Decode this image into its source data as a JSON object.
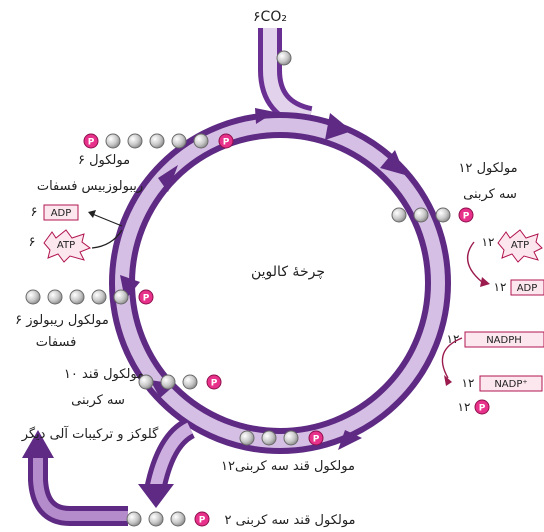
{
  "title": "چرخهٔ کالوین",
  "co2": "۶CO₂",
  "phosphate": "P",
  "rubp": {
    "line1": "۶ مولکول",
    "line2": "ریبولوزبیس فسفات"
  },
  "adp_left": {
    "count": "۶",
    "label": "ADP"
  },
  "atp_left": {
    "count": "۶",
    "label": "ATP"
  },
  "ru5p": {
    "line1": "۶ مولکول ریبولوز",
    "line2": "فسفات"
  },
  "g3p10": {
    "line1": "۱۰ مولکول قند",
    "line2": "سه کربنی"
  },
  "glucose": "گلوکز و ترکیبات آلی دیگر",
  "g3p2": "۲ مولکول قند سه کربنی",
  "g3p12_bottom": "۱۲مولکول قند سه کربنی",
  "pga": {
    "line1": "۱۲ مولکول",
    "line2": "سه کربنی"
  },
  "atp_right": {
    "count": "۱۲",
    "label": "ATP"
  },
  "adp_right": {
    "count": "۱۲",
    "label": "ADP"
  },
  "nadph": {
    "count": "۱۲",
    "label": "NADPH"
  },
  "nadp": {
    "count": "۱۲",
    "label": "NADP⁺"
  },
  "pi_right": {
    "count": "۱۲"
  },
  "colors": {
    "cycle_dark": "#5e2a83",
    "cycle_light": "#c9a8dc",
    "accent": "#e8318a",
    "tag_border": "#b0154f"
  }
}
